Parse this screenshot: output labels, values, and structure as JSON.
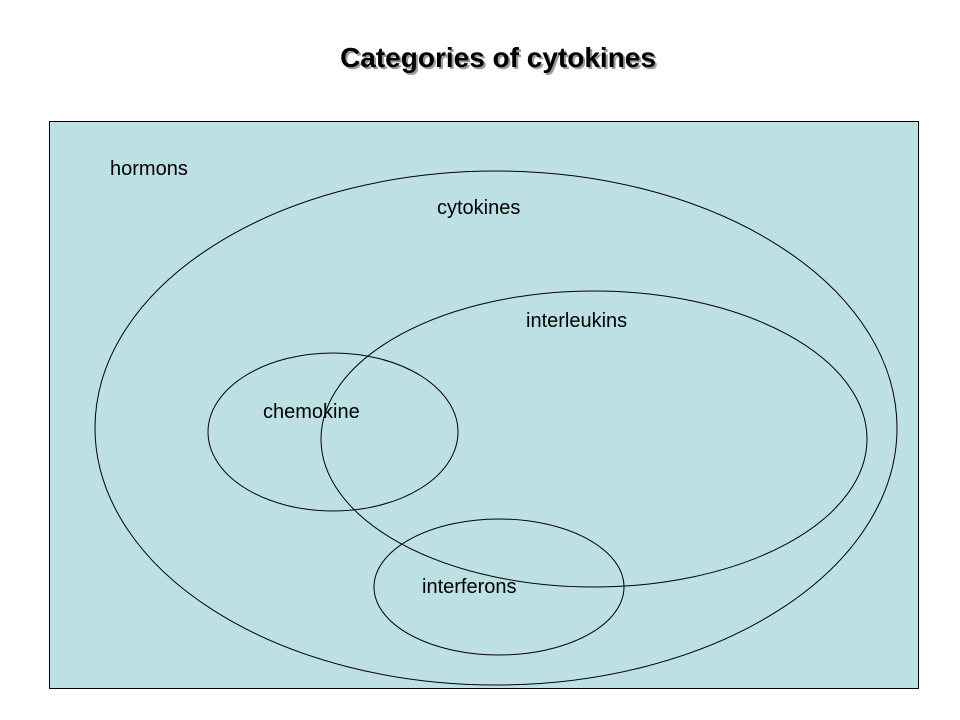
{
  "title": "Categories of cytokines",
  "colors": {
    "panel_fill": "#bde0e4",
    "outline": "#000000"
  },
  "sets": [
    {
      "id": "hormons",
      "label": "hormons"
    },
    {
      "id": "cytokines",
      "label": "cytokines"
    },
    {
      "id": "interleukins",
      "label": "interleukins"
    },
    {
      "id": "chemokine",
      "label": "chemokine"
    },
    {
      "id": "interferons",
      "label": "interferons"
    }
  ],
  "relations": [
    {
      "set": "cytokines",
      "within": "hormons"
    },
    {
      "set": "interleukins",
      "within": "cytokines"
    },
    {
      "set": "chemokine",
      "within": "cytokines",
      "overlaps": "interleukins"
    },
    {
      "set": "interferons",
      "within": "cytokines",
      "overlaps": "interleukins"
    }
  ]
}
